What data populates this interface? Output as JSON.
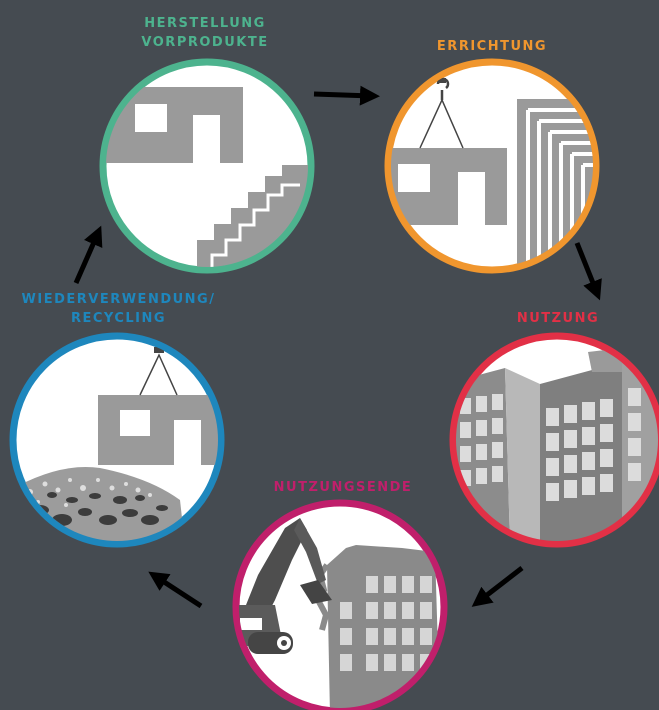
{
  "stages": {
    "herstellung": {
      "label_line1": "HERSTELLUNG",
      "label_line2": "VORPRODUKTE",
      "color": "#4db38e"
    },
    "errichtung": {
      "label_line1": "ERRICHTUNG",
      "color": "#f0962e"
    },
    "nutzung": {
      "label_line1": "NUTZUNG",
      "color": "#e23046"
    },
    "nutzungsende": {
      "label_line1": "NUTZUNGSENDE",
      "color": "#c01f6b"
    },
    "recycling": {
      "label_line1": "WIEDERVERWENDUNG/",
      "label_line2": "RECYCLING",
      "color": "#1e87bd"
    }
  },
  "background_color": "#454b51",
  "icons": [
    "precast-wall-stairs-icon",
    "crane-hook-wall-icon",
    "office-buildings-icon",
    "excavator-demolition-icon",
    "rubble-crane-icon"
  ]
}
